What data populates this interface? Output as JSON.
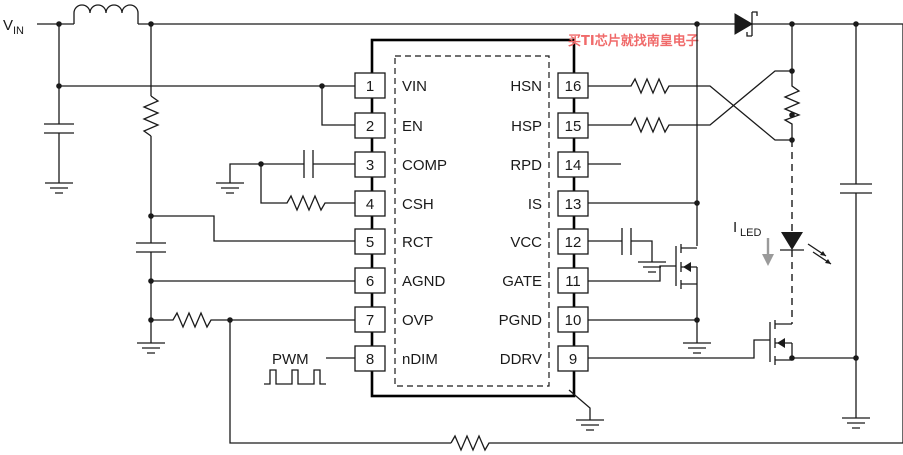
{
  "labels": {
    "vin_main": "V",
    "vin_sub": "IN",
    "iled_main": "I",
    "iled_sub": "LED",
    "pwm": "PWM",
    "watermark": "买TI芯片就找南皇电子"
  },
  "pins_left": [
    {
      "num": "1",
      "name": "VIN"
    },
    {
      "num": "2",
      "name": "EN"
    },
    {
      "num": "3",
      "name": "COMP"
    },
    {
      "num": "4",
      "name": "CSH"
    },
    {
      "num": "5",
      "name": "RCT"
    },
    {
      "num": "6",
      "name": "AGND"
    },
    {
      "num": "7",
      "name": "OVP"
    },
    {
      "num": "8",
      "name": "nDIM"
    }
  ],
  "pins_right": [
    {
      "num": "16",
      "name": "HSN"
    },
    {
      "num": "15",
      "name": "HSP"
    },
    {
      "num": "14",
      "name": "RPD"
    },
    {
      "num": "13",
      "name": "IS"
    },
    {
      "num": "12",
      "name": "VCC"
    },
    {
      "num": "11",
      "name": "GATE"
    },
    {
      "num": "10",
      "name": "PGND"
    },
    {
      "num": "9",
      "name": "DDRV"
    }
  ]
}
